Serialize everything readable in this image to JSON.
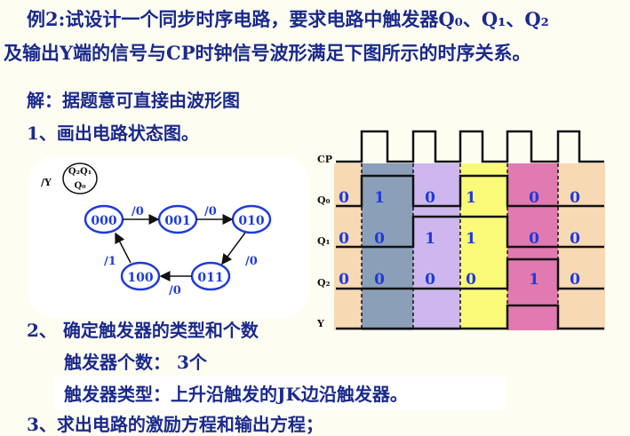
{
  "header": {
    "line1_label": "例2:",
    "line1_text": "试设计一个同步时序电路，要求电路中触发器Q₀、Q₁、Q₂",
    "line2": "及输出Y端的信号与CP时钟信号波形满足下图所示的时序关系。"
  },
  "solution": {
    "intro": "解：据题意可直接由波形图",
    "step1": "1、画出电路状态图。",
    "step2": "2、 确定触发器的类型和个数",
    "count_label": "触发器个数：",
    "count_value": "3个",
    "type_line": "触发器类型：上升沿触发的JK边沿触发器。",
    "step3": "3、求出电路的激励方程和输出方程；"
  },
  "state_diagram": {
    "legend_y": "/Y",
    "legend_q_top": "Q₂Q₁",
    "legend_q_bottom": "Q₀",
    "states": [
      "000",
      "001",
      "010",
      "011",
      "100"
    ],
    "transitions": [
      {
        "from": "000",
        "to": "001",
        "output": "/0"
      },
      {
        "from": "001",
        "to": "010",
        "output": "/0"
      },
      {
        "from": "010",
        "to": "011",
        "output": "/0"
      },
      {
        "from": "011",
        "to": "100",
        "output": "/0"
      },
      {
        "from": "100",
        "to": "000",
        "output": "/1"
      }
    ]
  },
  "timing": {
    "signals": [
      "CP",
      "Q₀",
      "Q₁",
      "Q₂",
      "Y"
    ],
    "q0_values": [
      "0",
      "1",
      "0",
      "1",
      "0",
      "0"
    ],
    "q1_values": [
      "0",
      "0",
      "1",
      "1",
      "0",
      "0"
    ],
    "q2_values": [
      "0",
      "0",
      "0",
      "0",
      "1",
      "0"
    ],
    "colors": {
      "orange": "#f7d9b4",
      "steel": "#8ba0b8",
      "lavender": "#cdb7ee",
      "yellow": "#fafa78",
      "pink": "#e07ab0"
    }
  }
}
